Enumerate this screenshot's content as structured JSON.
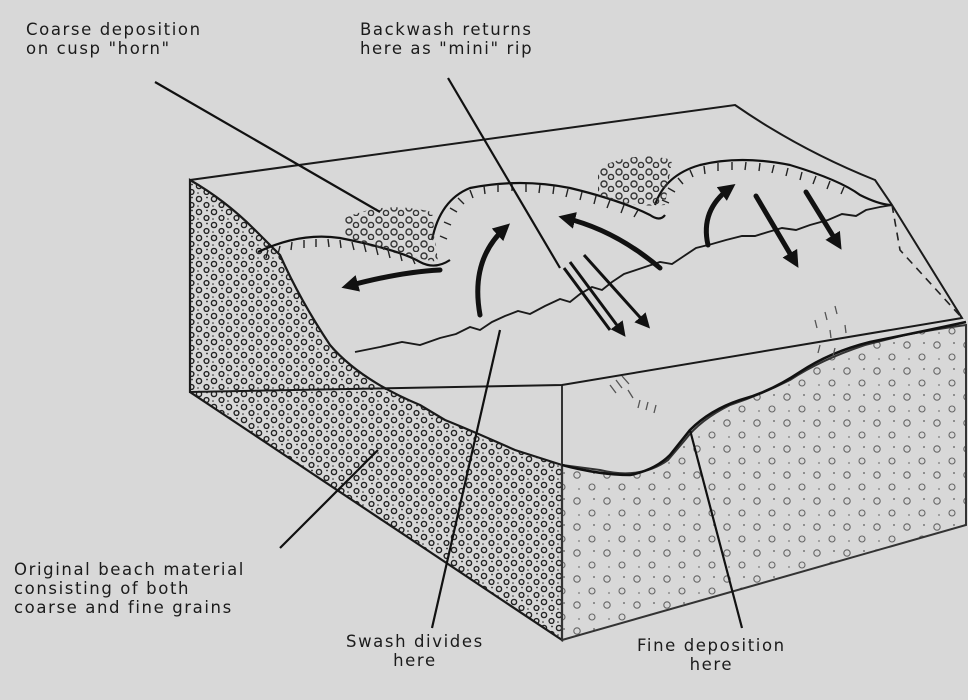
{
  "labels": {
    "coarse_deposition": [
      "Coarse deposition",
      "on cusp \"horn\""
    ],
    "backwash": [
      "Backwash returns",
      "here as \"mini\" rip"
    ],
    "original_material": [
      "Original beach material",
      "consisting of both",
      "coarse and fine grains"
    ],
    "swash_divides": [
      "Swash divides",
      "here"
    ],
    "fine_deposition": [
      "Fine deposition",
      "here"
    ]
  },
  "colors": {
    "background": "#d8d8d8",
    "ink": "#1b1b1b",
    "block_face": "#d2d2d2"
  }
}
